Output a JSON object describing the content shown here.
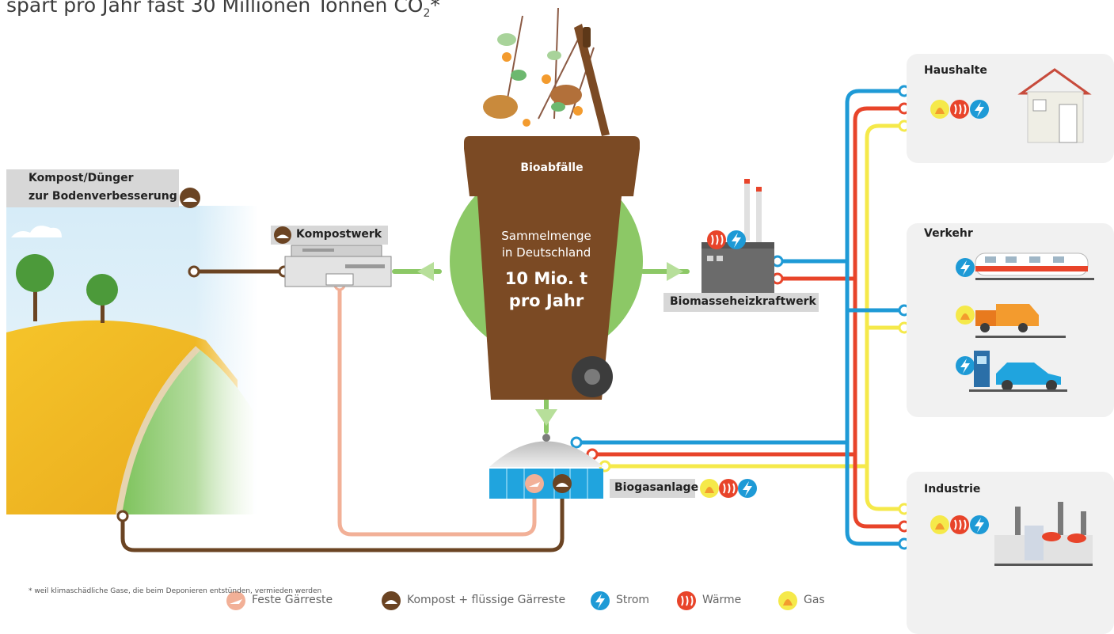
{
  "title": {
    "text": "spart pro Jahr fast 30 Millionen Tonnen CO",
    "sub": "2",
    "tail": "*"
  },
  "bin": {
    "label": "Bioabfälle",
    "sammel_line1": "Sammelmenge",
    "sammel_line2": "in Deutschland",
    "amount_line1": "10 Mio. t",
    "amount_line2": "pro Jahr"
  },
  "compost_field": {
    "line1": "Kompost/Dünger",
    "line2": "zur Bodenverbesserung"
  },
  "kompostwerk": {
    "label": "Kompostwerk"
  },
  "biomasse": {
    "label": "Biomasseheizkraftwerk"
  },
  "biogas": {
    "label": "Biogasanlage"
  },
  "consumers": {
    "haushalte": "Haushalte",
    "verkehr": "Verkehr",
    "industrie": "Industrie"
  },
  "footnote": "* weil klimaschädliche Gase, die beim Deponieren entstünden, vermieden werden",
  "legend": [
    {
      "label": "Feste Gärreste",
      "icon": "feste-gaerreste-icon"
    },
    {
      "label": "Kompost + flüssige Gärreste",
      "icon": "kompost-icon"
    },
    {
      "label": "Strom",
      "icon": "strom-icon"
    },
    {
      "label": "Wärme",
      "icon": "waerme-icon"
    },
    {
      "label": "Gas",
      "icon": "gas-icon"
    }
  ],
  "colors": {
    "strom": "#1e9ad6",
    "waerme": "#e8442a",
    "gas": "#f5e94a",
    "kompost": "#6b4423",
    "feste": "#f2b097",
    "green": "#8cc866",
    "bin": "#7b4a24"
  }
}
